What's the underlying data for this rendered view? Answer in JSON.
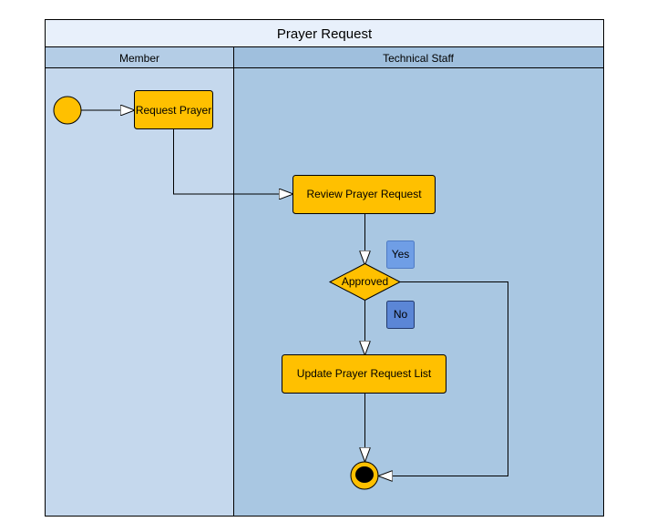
{
  "diagram": {
    "title": "Prayer Request",
    "lanes": [
      {
        "label": "Member"
      },
      {
        "label": "Technical Staff"
      }
    ],
    "nodes": {
      "request_prayer": "Request Prayer",
      "review_request": "Review Prayer Request",
      "decision": "Approved",
      "update_list": "Update Prayer Request List"
    },
    "guards": {
      "yes": "Yes",
      "no": "No"
    },
    "colors": {
      "title_bg": "#e8f0fb",
      "lane_member": "#c5d8ed",
      "lane_staff": "#a9c7e2",
      "activity": "#ffc000",
      "guard_yes": "#6f9ee6",
      "guard_no": "#5b86d6"
    }
  }
}
